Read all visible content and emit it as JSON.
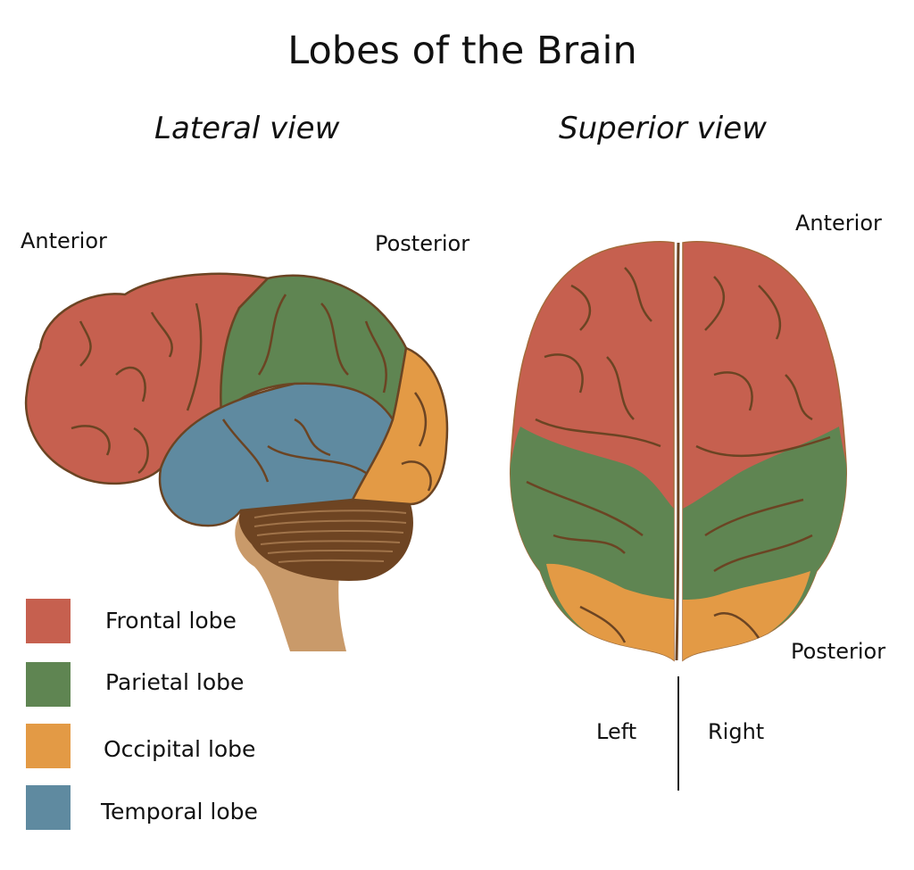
{
  "title": "Lobes of the Brain",
  "views": {
    "lateral": {
      "label": "Lateral view",
      "anterior": "Anterior",
      "posterior": "Posterior"
    },
    "superior": {
      "label": "Superior view",
      "anterior": "Anterior",
      "posterior": "Posterior",
      "left": "Left",
      "right": "Right"
    }
  },
  "colors": {
    "frontal": "#c6604f",
    "parietal": "#5f8552",
    "occipital": "#e39a45",
    "temporal": "#5f8aa0",
    "outline": "#6b4423",
    "cerebellum": "#6e4422",
    "brainstem": "#c99a6a"
  },
  "legend": [
    {
      "label": "Frontal lobe",
      "color": "#c6604f"
    },
    {
      "label": "Parietal lobe",
      "color": "#5f8552"
    },
    {
      "label": "Occipital lobe",
      "color": "#e39a45"
    },
    {
      "label": "Temporal lobe",
      "color": "#5f8aa0"
    }
  ]
}
